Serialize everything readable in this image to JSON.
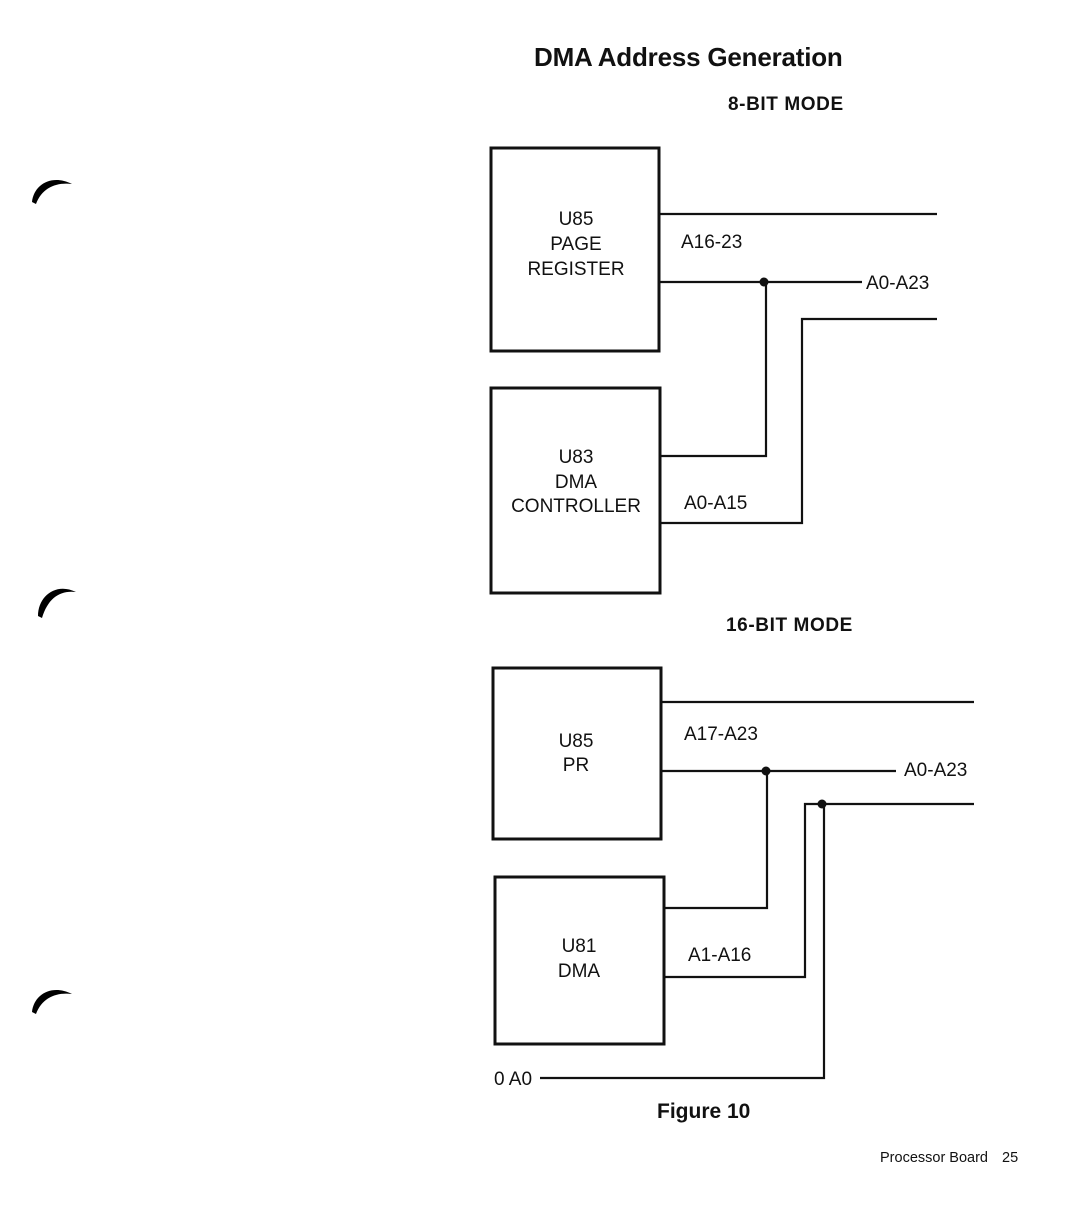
{
  "page": {
    "title": "DMA Address Generation",
    "caption": "Figure 10",
    "footer_section": "Processor Board",
    "footer_page": "25"
  },
  "modes": {
    "eight_bit": {
      "heading": "8-BIT MODE",
      "page_register": [
        "U85",
        "PAGE",
        "REGISTER"
      ],
      "dma_controller": [
        "U83",
        "DMA",
        "CONTROLLER"
      ],
      "signal_high": "A16-23",
      "signal_low": "A0-A15",
      "bus_label": "A0-A23"
    },
    "sixteen_bit": {
      "heading": "16-BIT MODE",
      "page_register": [
        "U85",
        "PR"
      ],
      "dma_controller": [
        "U81",
        "DMA"
      ],
      "signal_high": "A17-A23",
      "signal_low": "A1-A16",
      "bus_label": "A0-A23",
      "a0_input": "0 A0"
    }
  }
}
